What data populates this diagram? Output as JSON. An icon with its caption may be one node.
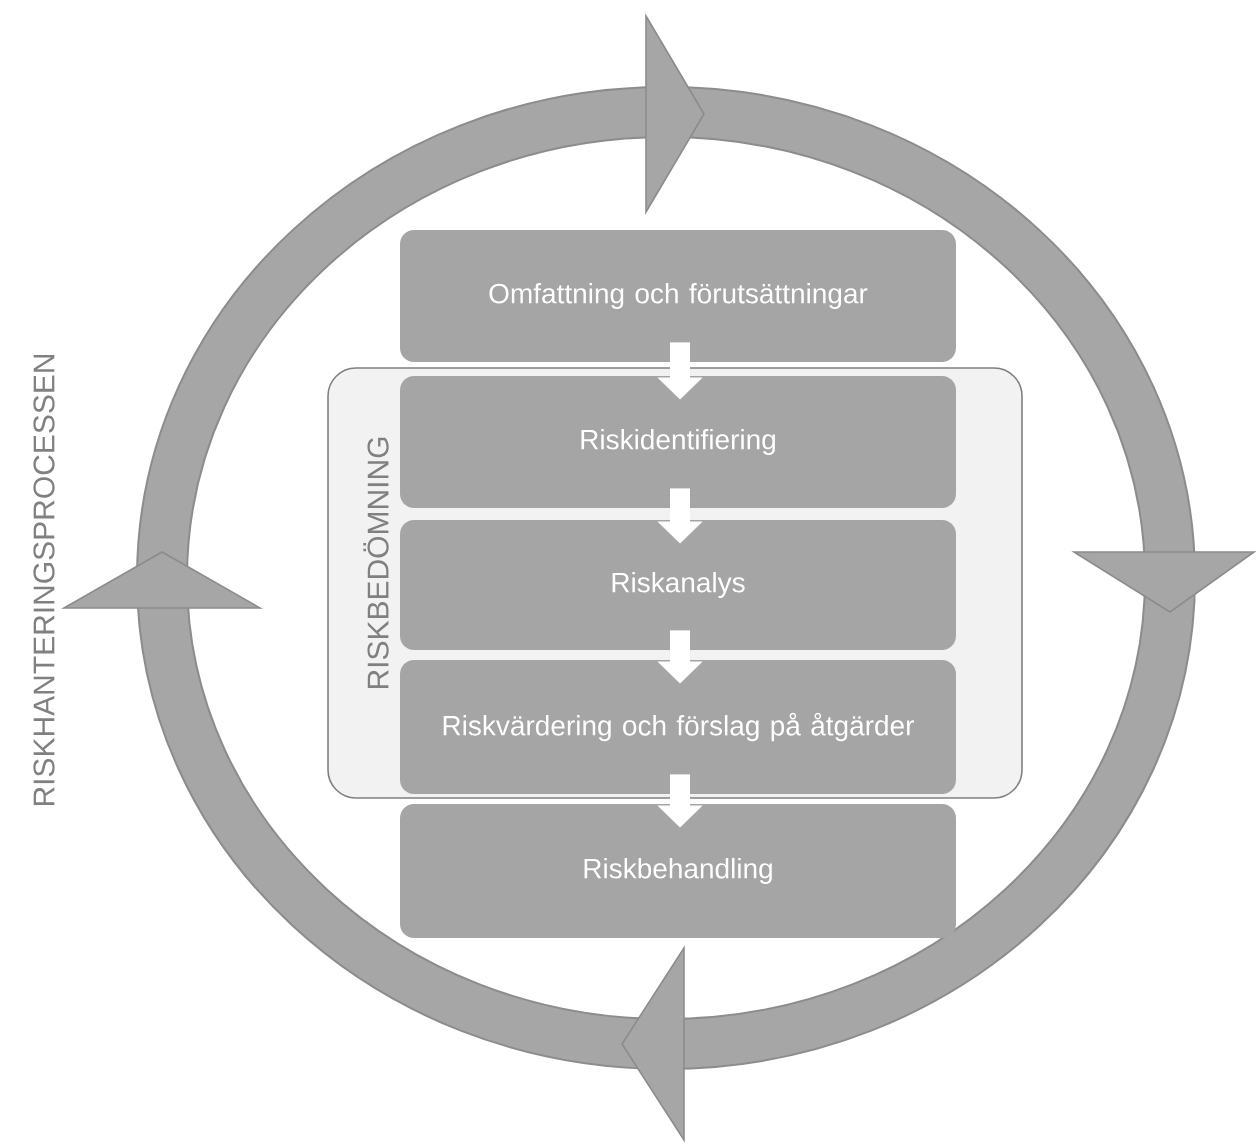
{
  "diagram": {
    "nodes": [
      {
        "text": [
          "Omfattning och förutsättningar"
        ]
      },
      {
        "text": [
          "RISKBEDÖMNING"
        ]
      },
      {
        "text": [
          "Riskidentifiering"
        ],
        "in": 1
      },
      {
        "text": [
          "Riskanalys"
        ],
        "in": 1
      },
      {
        "text": [
          "Riskvärdering och förslag på åtgärder"
        ],
        "in": 1
      },
      {
        "text": [
          "Riskbehandling"
        ]
      }
    ],
    "edges": [
      {
        "from": 0,
        "to": 2,
        "arrow": "to"
      },
      {
        "from": 2,
        "to": 3,
        "arrow": "to"
      },
      {
        "from": 3,
        "to": 4,
        "arrow": "to"
      },
      {
        "from": 4,
        "to": 5,
        "arrow": "to"
      }
    ],
    "labels": [
      "RISKHANTERINGSPROCESSEN"
    ]
  }
}
